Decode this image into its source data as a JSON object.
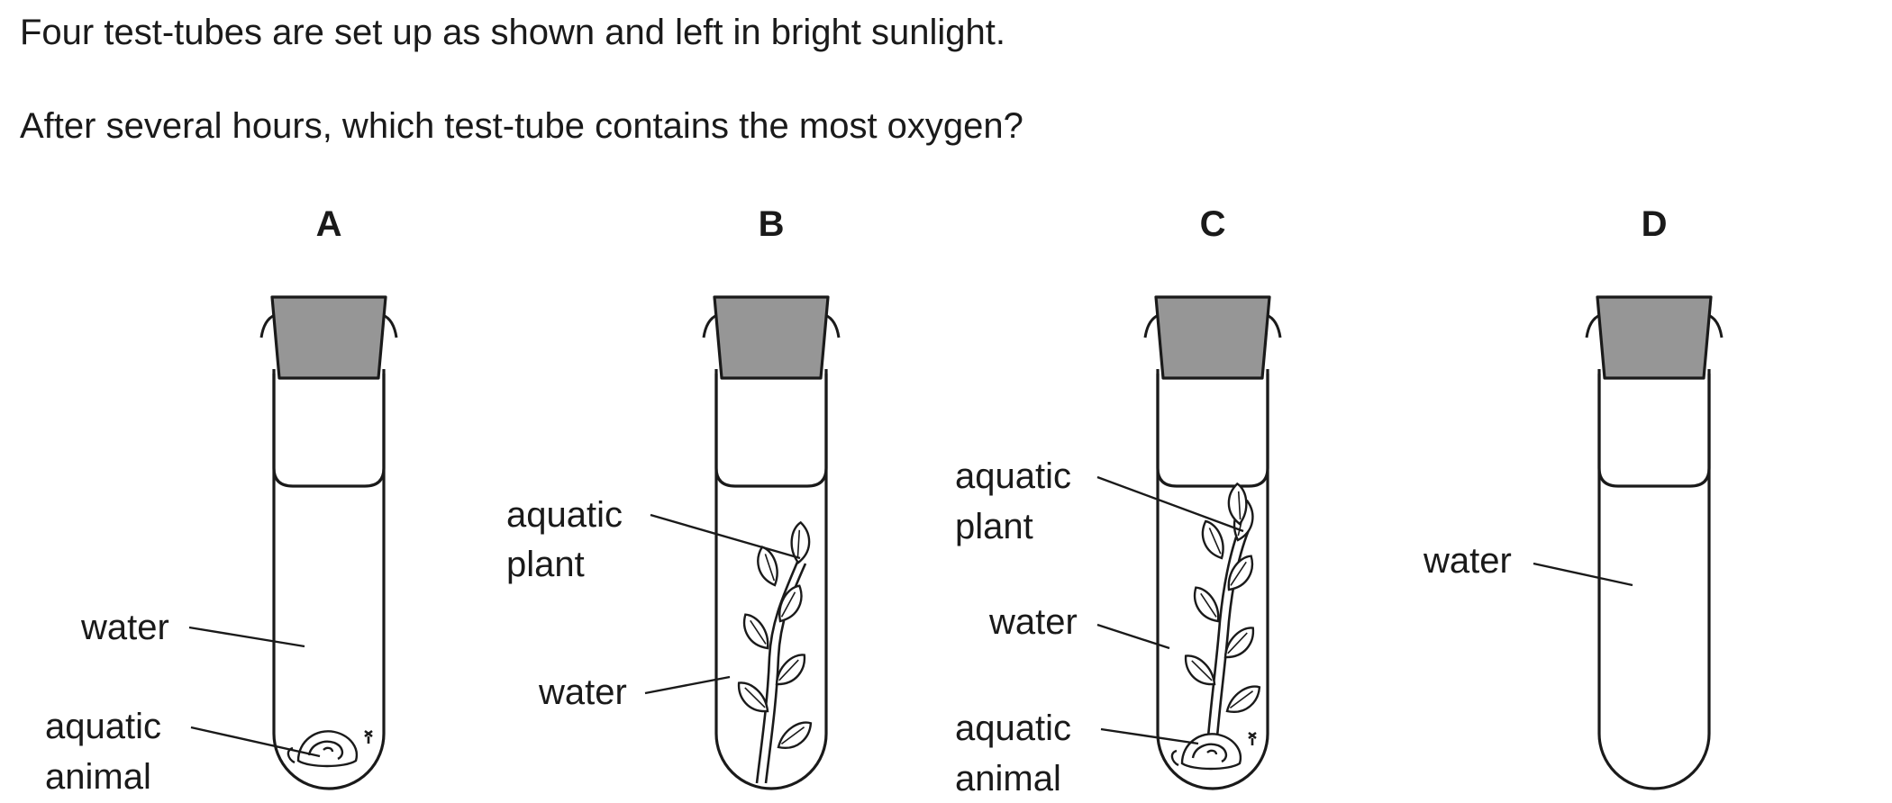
{
  "question": {
    "line1": "Four test-tubes are set up as shown and left in bright sunlight.",
    "line2": "After several hours, which test-tube contains the most oxygen?"
  },
  "tubes": {
    "A": {
      "letter": "A",
      "label_water": "water",
      "label_animal_1": "aquatic",
      "label_animal_2": "animal"
    },
    "B": {
      "letter": "B",
      "label_plant_1": "aquatic",
      "label_plant_2": "plant",
      "label_water": "water"
    },
    "C": {
      "letter": "C",
      "label_plant_1": "aquatic",
      "label_plant_2": "plant",
      "label_water": "water",
      "label_animal_1": "aquatic",
      "label_animal_2": "animal"
    },
    "D": {
      "letter": "D",
      "label_water": "water"
    }
  },
  "colors": {
    "cork": "#969696",
    "ink": "#1a1a1a",
    "background": "#ffffff"
  }
}
